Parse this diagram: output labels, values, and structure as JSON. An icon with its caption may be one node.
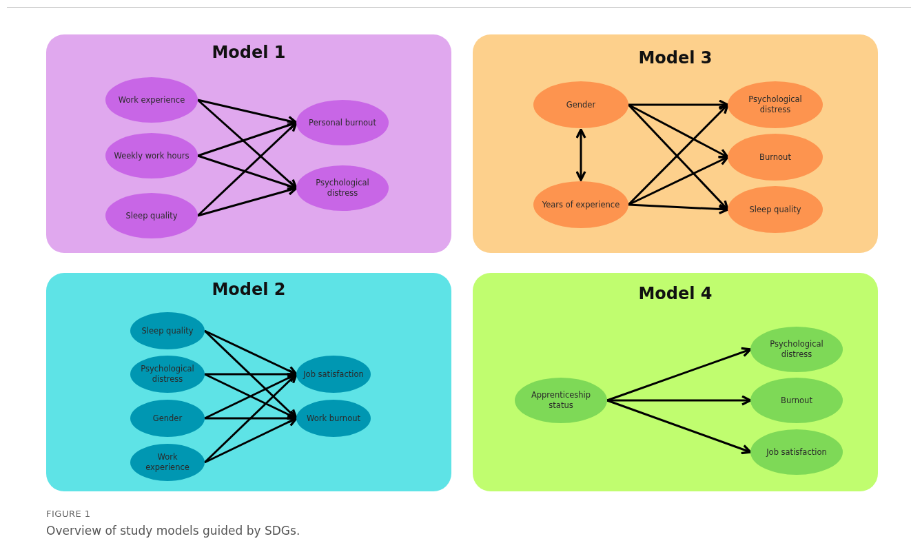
{
  "diagram": {
    "caption": "Overview of study models guided by SDGs.",
    "nodes": [
      {
        "text": [
          "Model 1"
        ]
      },
      {
        "text": [
          "Work experience"
        ],
        "in": 0
      },
      {
        "text": [
          "Weekly work hours"
        ],
        "in": 0
      },
      {
        "text": [
          "Sleep quality"
        ],
        "in": 0
      },
      {
        "text": [
          "Personal burnout"
        ],
        "in": 0
      },
      {
        "text": [
          "Psychological distress"
        ],
        "in": 0
      },
      {
        "text": [
          "Model 3"
        ]
      },
      {
        "text": [
          "Gender"
        ],
        "in": 6
      },
      {
        "text": [
          "Years of experience"
        ],
        "in": 6
      },
      {
        "text": [
          "Psychological distress"
        ],
        "in": 6
      },
      {
        "text": [
          "Burnout"
        ],
        "in": 6
      },
      {
        "text": [
          "Sleep quality"
        ],
        "in": 6
      },
      {
        "text": [
          "Model 2"
        ]
      },
      {
        "text": [
          "Sleep quality"
        ],
        "in": 12
      },
      {
        "text": [
          "Psychological distress"
        ],
        "in": 12
      },
      {
        "text": [
          "Gender"
        ],
        "in": 12
      },
      {
        "text": [
          "Work experience"
        ],
        "in": 12
      },
      {
        "text": [
          "Job satisfaction"
        ],
        "in": 12
      },
      {
        "text": [
          "Work burnout"
        ],
        "in": 12
      },
      {
        "text": [
          "Model 4"
        ]
      },
      {
        "text": [
          "Apprenticeship status"
        ],
        "in": 19
      },
      {
        "text": [
          "Psychological distress"
        ],
        "in": 19
      },
      {
        "text": [
          "Burnout"
        ],
        "in": 19
      },
      {
        "text": [
          "Job satisfaction"
        ],
        "in": 19
      }
    ],
    "edges": [
      {
        "from": 1,
        "to": 4,
        "arrow": "to"
      },
      {
        "from": 1,
        "to": 5,
        "arrow": "to"
      },
      {
        "from": 2,
        "to": 4,
        "arrow": "to"
      },
      {
        "from": 2,
        "to": 5,
        "arrow": "to"
      },
      {
        "from": 3,
        "to": 4,
        "arrow": "to"
      },
      {
        "from": 3,
        "to": 5,
        "arrow": "to"
      },
      {
        "from": 7,
        "to": 8,
        "arrow": "both"
      },
      {
        "from": 7,
        "to": 9,
        "arrow": "to"
      },
      {
        "from": 7,
        "to": 10,
        "arrow": "to"
      },
      {
        "from": 7,
        "to": 11,
        "arrow": "to"
      },
      {
        "from": 8,
        "to": 9,
        "arrow": "to"
      },
      {
        "from": 8,
        "to": 10,
        "arrow": "to"
      },
      {
        "from": 8,
        "to": 11,
        "arrow": "to"
      },
      {
        "from": 13,
        "to": 17,
        "arrow": "to"
      },
      {
        "from": 13,
        "to": 18,
        "arrow": "to"
      },
      {
        "from": 14,
        "to": 17,
        "arrow": "to"
      },
      {
        "from": 14,
        "to": 18,
        "arrow": "to"
      },
      {
        "from": 15,
        "to": 17,
        "arrow": "to"
      },
      {
        "from": 15,
        "to": 18,
        "arrow": "to"
      },
      {
        "from": 16,
        "to": 17,
        "arrow": "to"
      },
      {
        "from": 16,
        "to": 18,
        "arrow": "to"
      },
      {
        "from": 20,
        "to": 21,
        "arrow": "to"
      },
      {
        "from": 20,
        "to": 22,
        "arrow": "to"
      },
      {
        "from": 20,
        "to": 23,
        "arrow": "to"
      }
    ],
    "labels": [
      "FIGURE 1"
    ]
  }
}
